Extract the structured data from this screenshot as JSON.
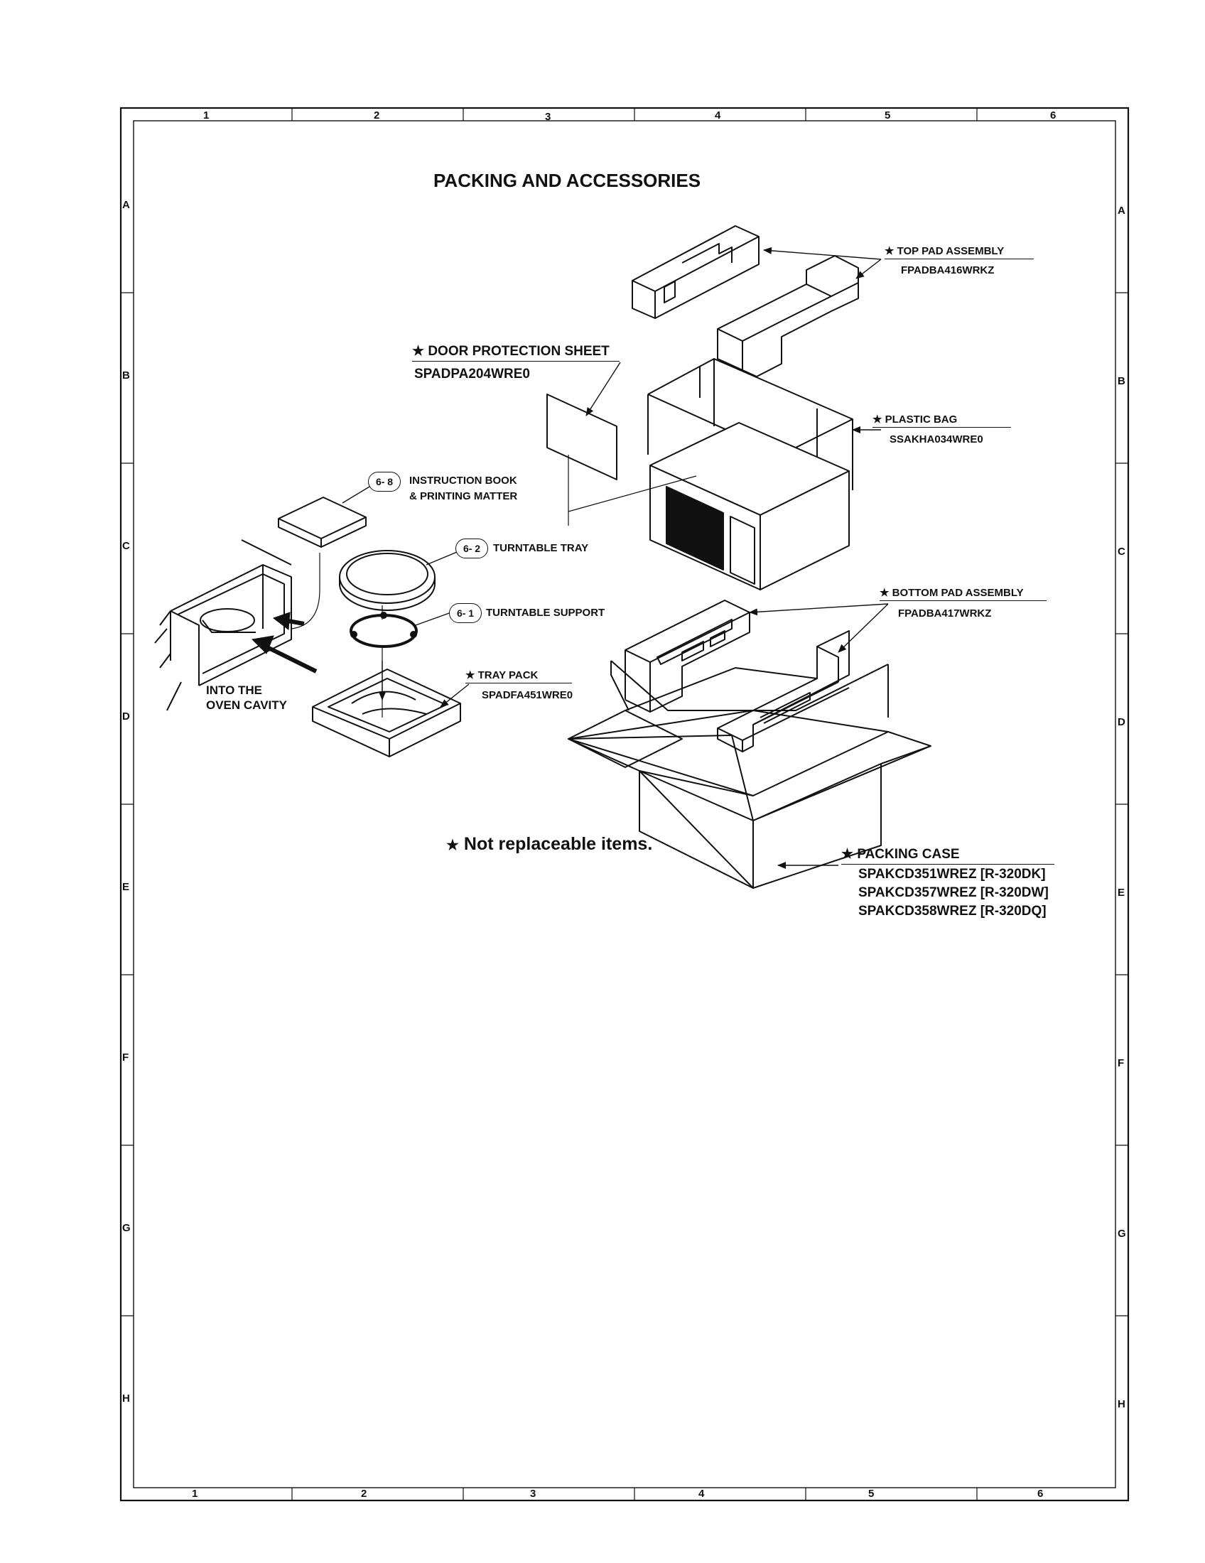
{
  "title": "PACKING AND ACCESSORIES",
  "grid": {
    "columns": [
      "1",
      "2",
      "3",
      "4",
      "5",
      "6"
    ],
    "rows": [
      "A",
      "B",
      "C",
      "D",
      "E",
      "F",
      "G",
      "H"
    ]
  },
  "parts": {
    "top_pad": {
      "name": "TOP PAD ASSEMBLY",
      "code": "FPADBA416WRKZ"
    },
    "door_sheet": {
      "name": "DOOR PROTECTION SHEET",
      "code": "SPADPA204WRE0"
    },
    "plastic_bag": {
      "name": "PLASTIC BAG",
      "code": "SSAKHA034WRE0"
    },
    "instruction_book": {
      "ref": "6- 8",
      "name_line1": "INSTRUCTION BOOK",
      "name_line2": "& PRINTING MATTER"
    },
    "turntable_tray": {
      "ref": "6- 2",
      "name": "TURNTABLE TRAY"
    },
    "turntable_support": {
      "ref": "6- 1",
      "name": "TURNTABLE SUPPORT"
    },
    "bottom_pad": {
      "name": "BOTTOM PAD ASSEMBLY",
      "code": "FPADBA417WRKZ"
    },
    "tray_pack": {
      "name": "TRAY PACK",
      "code": "SPADFA451WRE0"
    },
    "packing_case": {
      "name": "PACKING CASE",
      "codes": [
        "SPAKCD351WREZ [R-320DK]",
        "SPAKCD357WREZ [R-320DW]",
        "SPAKCD358WREZ [R-320DQ]"
      ]
    }
  },
  "into_cavity": {
    "line1": "INTO THE",
    "line2": "OVEN CAVITY"
  },
  "star": "★",
  "note": "Not replaceable items."
}
